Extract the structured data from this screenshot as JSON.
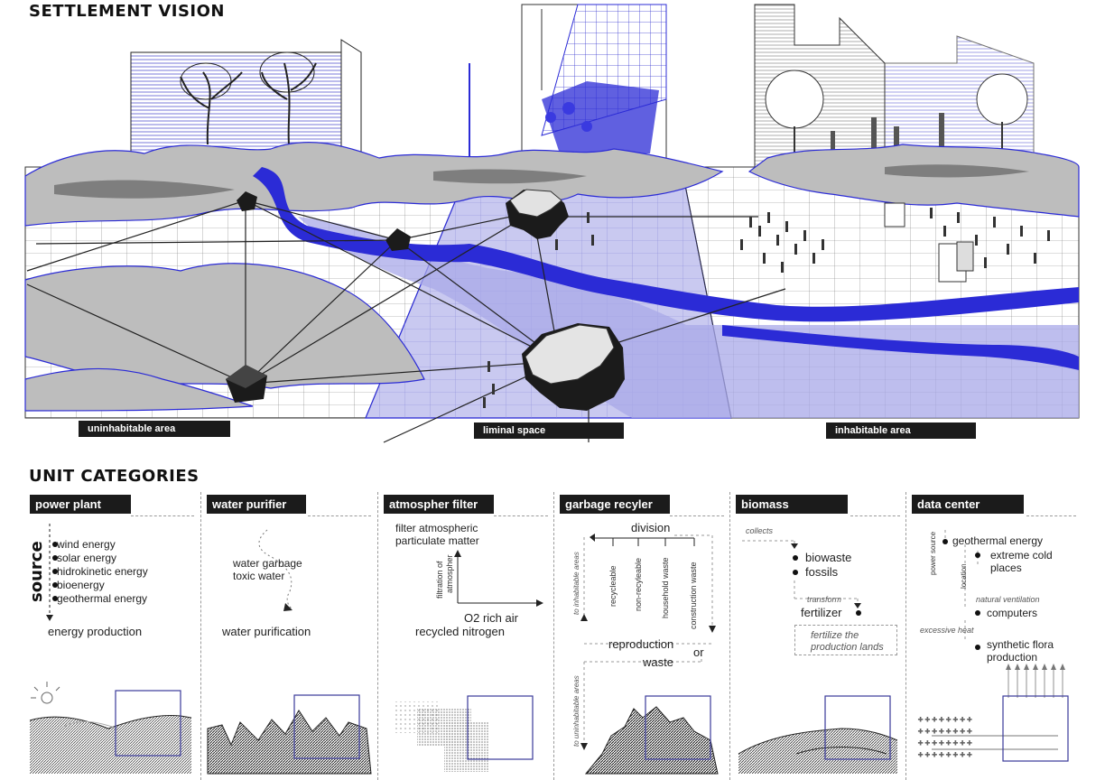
{
  "headings": {
    "settlement_vision": "SETTLEMENT VISION",
    "unit_categories": "UNIT CATEGORIES"
  },
  "zones": {
    "uninhabitable": "uninhabitable area",
    "liminal": "liminal space",
    "inhabitable": "inhabitable area"
  },
  "colors": {
    "accent_blue": "#2b2bd6",
    "pale_blue": "#c9c9f0",
    "dark": "#1b1b1b",
    "terrain_gray": "#bdbdbd"
  },
  "units": {
    "power_plant": {
      "title": "power plant",
      "source_label": "source",
      "sources": [
        "wind energy",
        "solar energy",
        "hidrokinetic energy",
        "bioenergy",
        "geothermal energy"
      ],
      "output": "energy production"
    },
    "water_purifier": {
      "title": "water purifier",
      "input_1": "water garbage",
      "input_2": "toxic water",
      "output": "water purification"
    },
    "atmosphere_filter": {
      "title": "atmospher filter",
      "input_1": "filter atmospheric",
      "input_2": "particulate matter",
      "axis_label_1": "filtration of",
      "axis_label_2": "atmospher",
      "output_1": "O2 rich air",
      "output_2": "recycled nitrogen"
    },
    "garbage_recycler": {
      "title": "garbage recyler",
      "division": "division",
      "categories": [
        "recycleable",
        "non-recyleable",
        "household waste",
        "construction waste"
      ],
      "to_inhabitable": "to inhabitable areas",
      "to_uninhabitable": "to uninhabitable areas",
      "reproduction": "reproduction",
      "or": "or",
      "waste": "waste"
    },
    "biomass": {
      "title": "biomass",
      "collects": "collects",
      "item_1": "biowaste",
      "item_2": "fossils",
      "transform": "transform",
      "fertilizer": "fertilizer",
      "note_1": "fertilize the",
      "note_2": "production lands"
    },
    "data_center": {
      "title": "data center",
      "power_source": "power source",
      "energy": "geothermal energy",
      "location_label": "location",
      "location_1": "extreme cold",
      "location_2": "places",
      "natural_ventilation": "natural ventilation",
      "computers": "computers",
      "excessive_heat": "excessive heat",
      "flora_1": "synthetic flora",
      "flora_2": "production"
    }
  }
}
